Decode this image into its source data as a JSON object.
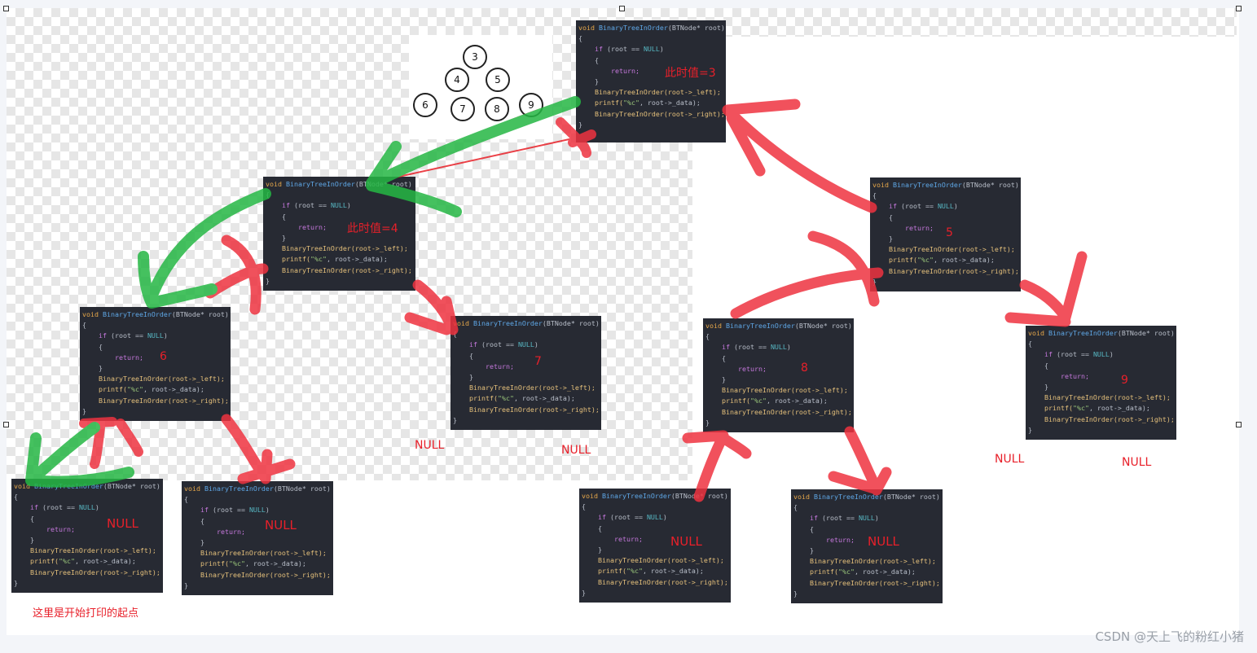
{
  "tree": {
    "nodes": [
      "3",
      "4",
      "5",
      "6",
      "7",
      "8",
      "9"
    ]
  },
  "code": {
    "sig_void": "void",
    "sig_fn": "BinaryTreeInOrder",
    "sig_param": "(BTNode* root)",
    "brace_open": "{",
    "if_kw": "if",
    "if_cond": " (root == ",
    "null_const": "NULL",
    "if_close": ")",
    "return_stmt": "return;",
    "line_left": "BinaryTreeInOrder(root->_left);",
    "line_printf": "printf(",
    "line_printf_str": "\"%c\"",
    "line_printf_rest": ", root->_data);",
    "line_right": "BinaryTreeInOrder(root->_right);",
    "brace_close": "}"
  },
  "annotations": {
    "root_value": "此时值=3",
    "node4_value": "此时值=4",
    "n5": "5",
    "n6": "6",
    "n7": "7",
    "n8": "8",
    "n9": "9",
    "null_label": "NULL",
    "start_note": "这里是开始打印的起点"
  },
  "watermark": "CSDN @天上飞的粉红小猪",
  "colors": {
    "red_arrow": "#ee3340",
    "green_arrow": "#25b744",
    "code_bg": "#272a33"
  }
}
